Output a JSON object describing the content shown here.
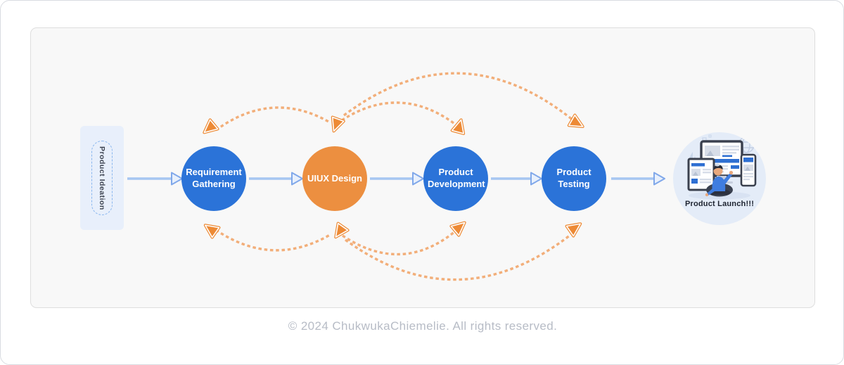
{
  "diagram": {
    "title_semantic": "product-development-lifecycle-flow",
    "ideation": {
      "label": "Product Ideation"
    },
    "stages": [
      {
        "label": "Requirement Gathering",
        "color": "#2b73d8"
      },
      {
        "label": "UIUX Design",
        "color": "#ec8f40"
      },
      {
        "label": "Product Development",
        "color": "#2b73d8"
      },
      {
        "label": "Product Testing",
        "color": "#2b73d8"
      }
    ],
    "launch": {
      "label": "Product Launch!!!"
    }
  },
  "footer": {
    "copyright": "© 2024 ChukwukaChiemelie. All rights reserved."
  },
  "icons": {
    "flow_arrowhead": "right-arrow-icon",
    "feedback_arrowhead": "triangle-arrow-icon",
    "illustration": "person-launching-product-on-screens"
  },
  "colors": {
    "stage_blue": "#2b73d8",
    "stage_orange": "#ec8f40",
    "flow_arrow_line": "#a6c6f1",
    "flow_arrow_head_stroke": "#80a8ea",
    "feedback_dash": "#f2ae79",
    "feedback_head": "#ed8a35",
    "ideation_fill": "#e8effb",
    "ideation_dash_border": "#8ab7ef",
    "launch_fill": "#e4ecf8",
    "card_bg": "#f8f8f8",
    "card_border": "#dedede",
    "footer_text": "#b7bcc6"
  }
}
